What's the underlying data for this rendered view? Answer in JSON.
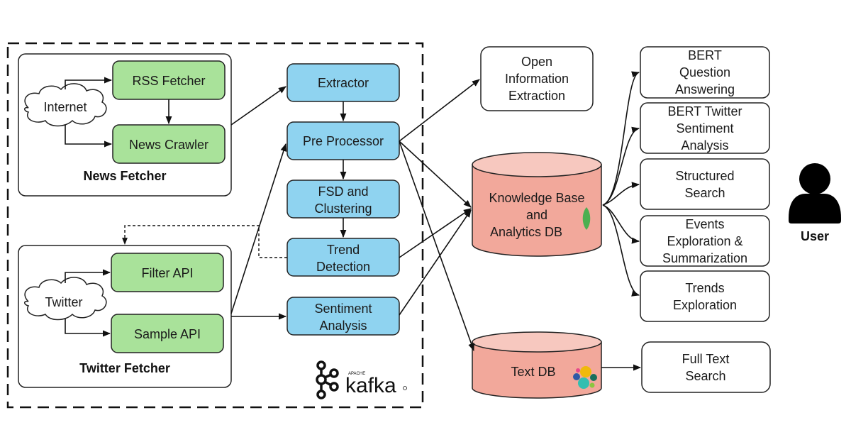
{
  "diagram": {
    "groups": {
      "news_fetcher": "News Fetcher",
      "twitter_fetcher": "Twitter Fetcher"
    },
    "sources": {
      "internet": "Internet",
      "twitter": "Twitter"
    },
    "fetchers": {
      "rss_fetcher": "RSS Fetcher",
      "news_crawler": "News Crawler",
      "filter_api": "Filter API",
      "sample_api": "Sample API"
    },
    "pipeline": {
      "extractor": "Extractor",
      "pre_processor": "Pre Processor",
      "fsd": [
        "FSD and",
        "Clustering"
      ],
      "trend": [
        "Trend",
        "Detection"
      ],
      "sentiment": [
        "Sentiment",
        "Analysis"
      ]
    },
    "kafka": {
      "apache": "APACHE",
      "name": "kafka"
    },
    "open_ie": [
      "Open",
      "Information",
      "Extraction"
    ],
    "databases": {
      "kb": [
        "Knowledge Base",
        "and",
        "Analytics DB"
      ],
      "text_db": "Text DB"
    },
    "services": [
      [
        "BERT",
        "Question",
        "Answering"
      ],
      [
        "BERT Twitter",
        "Sentiment",
        "Analysis"
      ],
      [
        "Structured",
        "Search"
      ],
      [
        "Events",
        "Exploration &",
        "Summarization"
      ],
      [
        "Trends",
        "Exploration"
      ]
    ],
    "full_text_search": [
      "Full Text",
      "Search"
    ],
    "user": "User"
  },
  "colors": {
    "fetcher_green": "#a9e29a",
    "pipeline_blue": "#8fd3f0",
    "db_salmon": "#f2a89b",
    "mongodb_green": "#4caf50"
  }
}
